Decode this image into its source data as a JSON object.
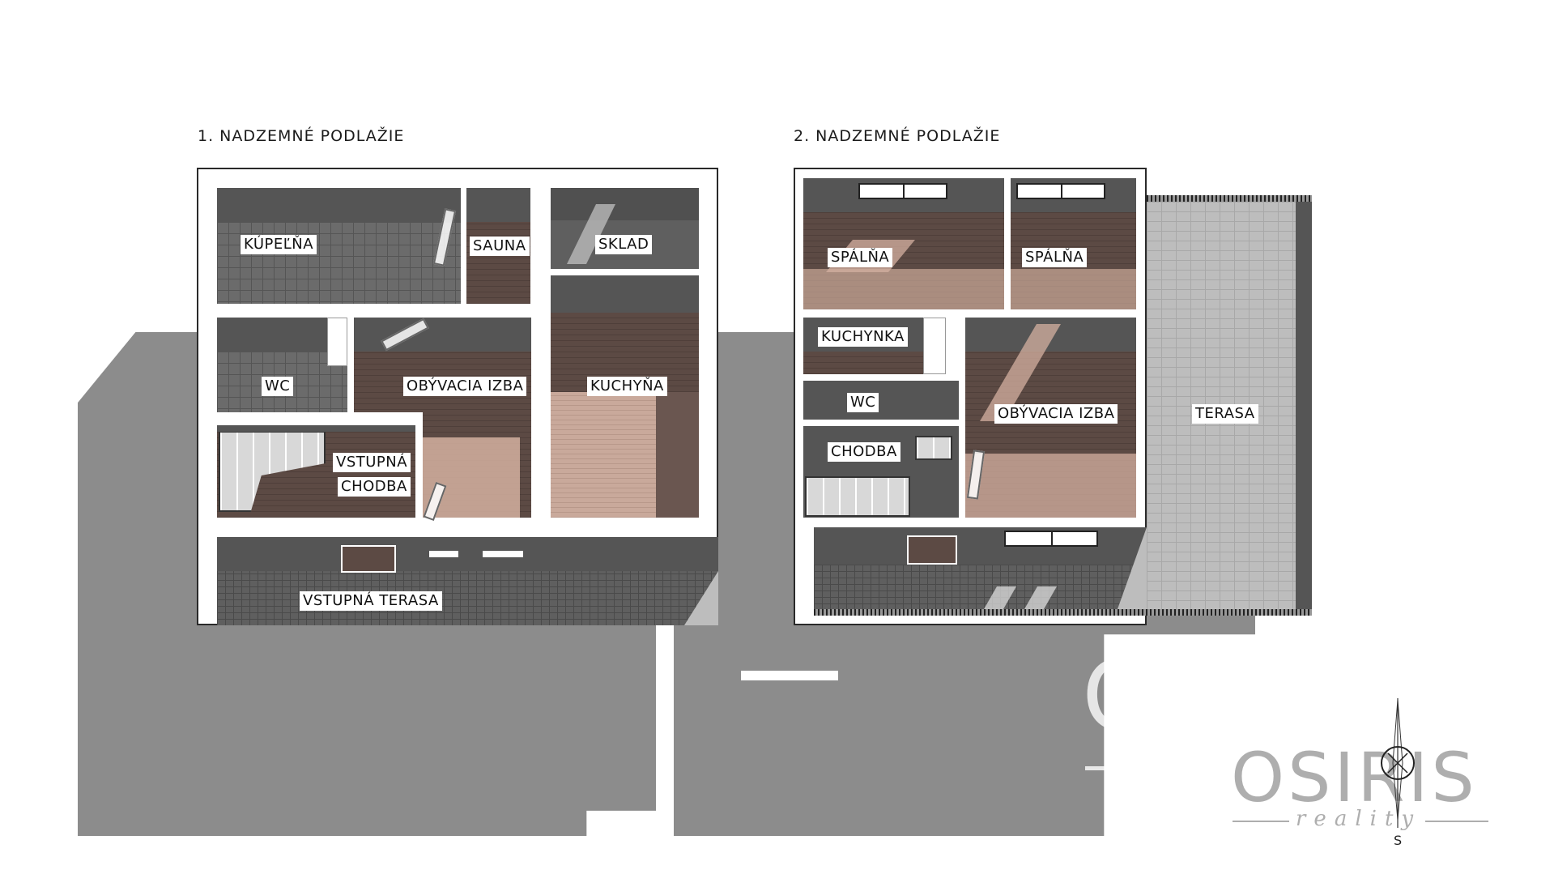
{
  "floors": [
    {
      "title": "1. NADZEMNÉ PODLAŽIE",
      "rooms": {
        "bathroom": "KÚPEĽŇA",
        "sauna": "SAUNA",
        "storage": "SKLAD",
        "wc": "WC",
        "living_room": "OBÝVACIA IZBA",
        "kitchen": "KUCHYŇA",
        "entrance_hall_line1": "VSTUPNÁ",
        "entrance_hall_line2": "CHODBA",
        "entrance_terrace": "VSTUPNÁ TERASA"
      }
    },
    {
      "title": "2. NADZEMNÉ PODLAŽIE",
      "rooms": {
        "bedroom_1": "SPÁLŇA",
        "bedroom_2": "SPÁLŇA",
        "kitchenette": "KUCHYNKA",
        "wc": "WC",
        "hallway": "CHODBA",
        "living_room": "OBÝVACIA IZBA",
        "terrace": "TERASA"
      }
    }
  ],
  "watermark": {
    "big_text": "OS",
    "big_sub": "re",
    "logo_text": "OSIRIS",
    "logo_sub": "reality"
  },
  "compass": {
    "direction_label": "S"
  },
  "colors": {
    "shadow": "#8c8c8c",
    "wall": "#ffffff",
    "wood": "#5c4a44",
    "tiles": "#6b6b6b",
    "pavers": "#bdbdbd"
  }
}
